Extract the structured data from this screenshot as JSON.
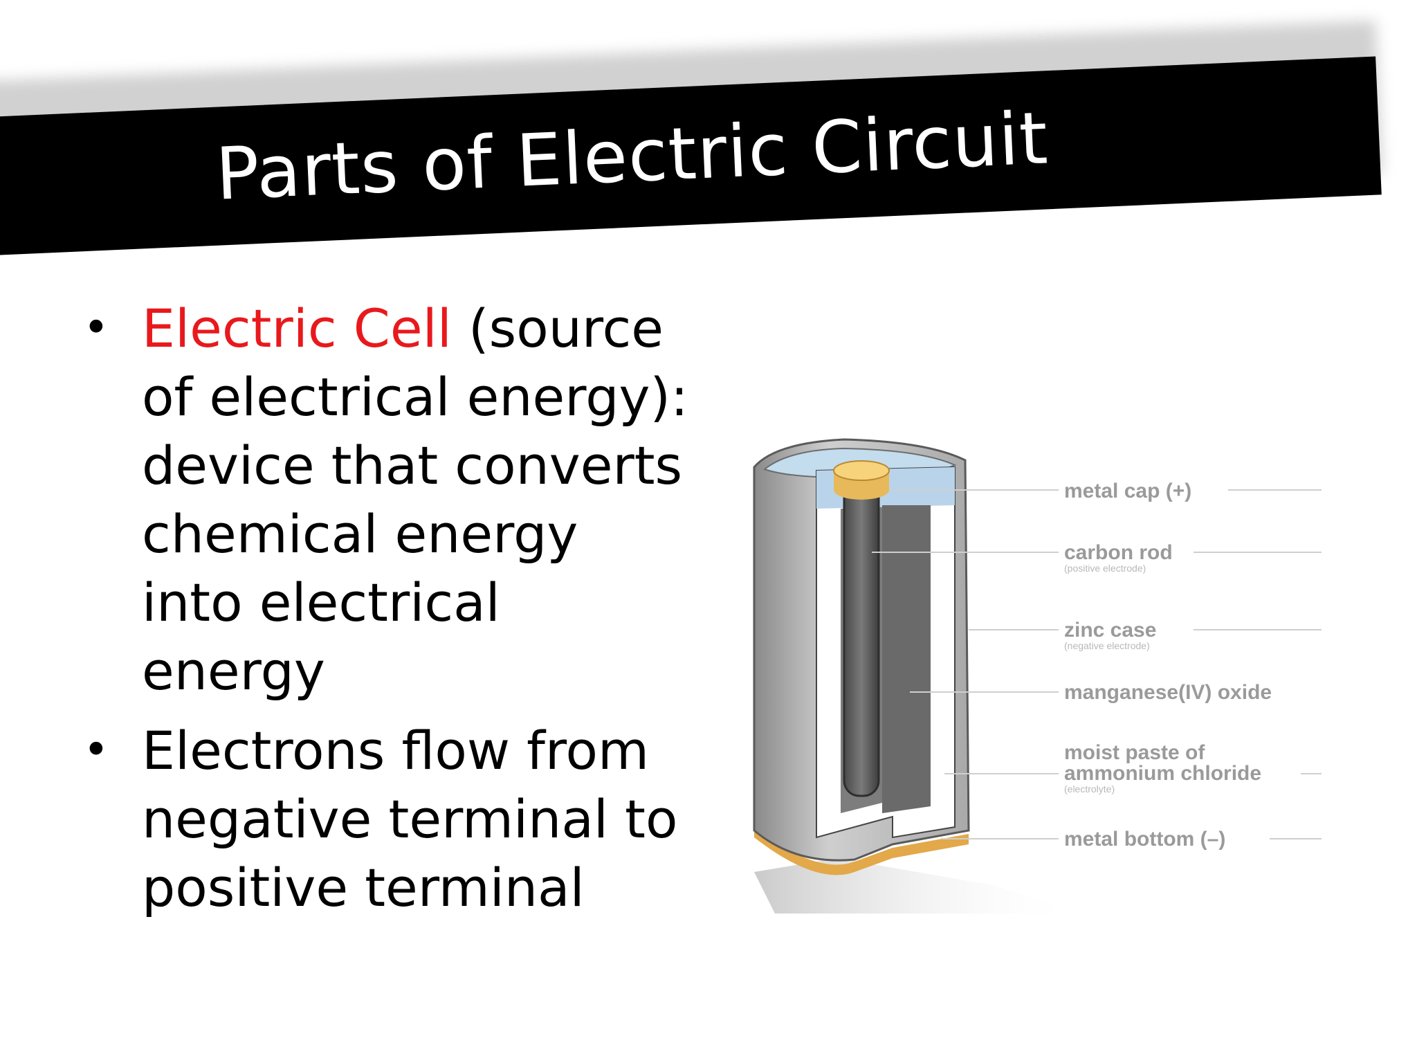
{
  "slide": {
    "title": "Parts of Electric Circuit",
    "bullets": [
      {
        "highlight": "Electric Cell",
        "text": " (source of electrical energy):  device that converts chemical energy into electrical energy"
      },
      {
        "highlight": "",
        "text": "Electrons flow from negative terminal to positive terminal"
      }
    ],
    "bullet_symbol": "•",
    "colors": {
      "highlight": "#e8191c",
      "banner": "#000000",
      "title_text": "#ffffff"
    }
  },
  "diagram": {
    "labels": [
      {
        "label": "metal cap (+)",
        "sub": ""
      },
      {
        "label": "carbon rod",
        "sub": "(positive electrode)"
      },
      {
        "label": "zinc case",
        "sub": "(negative electrode)"
      },
      {
        "label": "manganese(IV) oxide",
        "sub": ""
      },
      {
        "label": "moist paste of",
        "label2": "ammonium chloride",
        "sub": "(electrolyte)"
      },
      {
        "label": "metal bottom (–)",
        "sub": ""
      }
    ]
  }
}
